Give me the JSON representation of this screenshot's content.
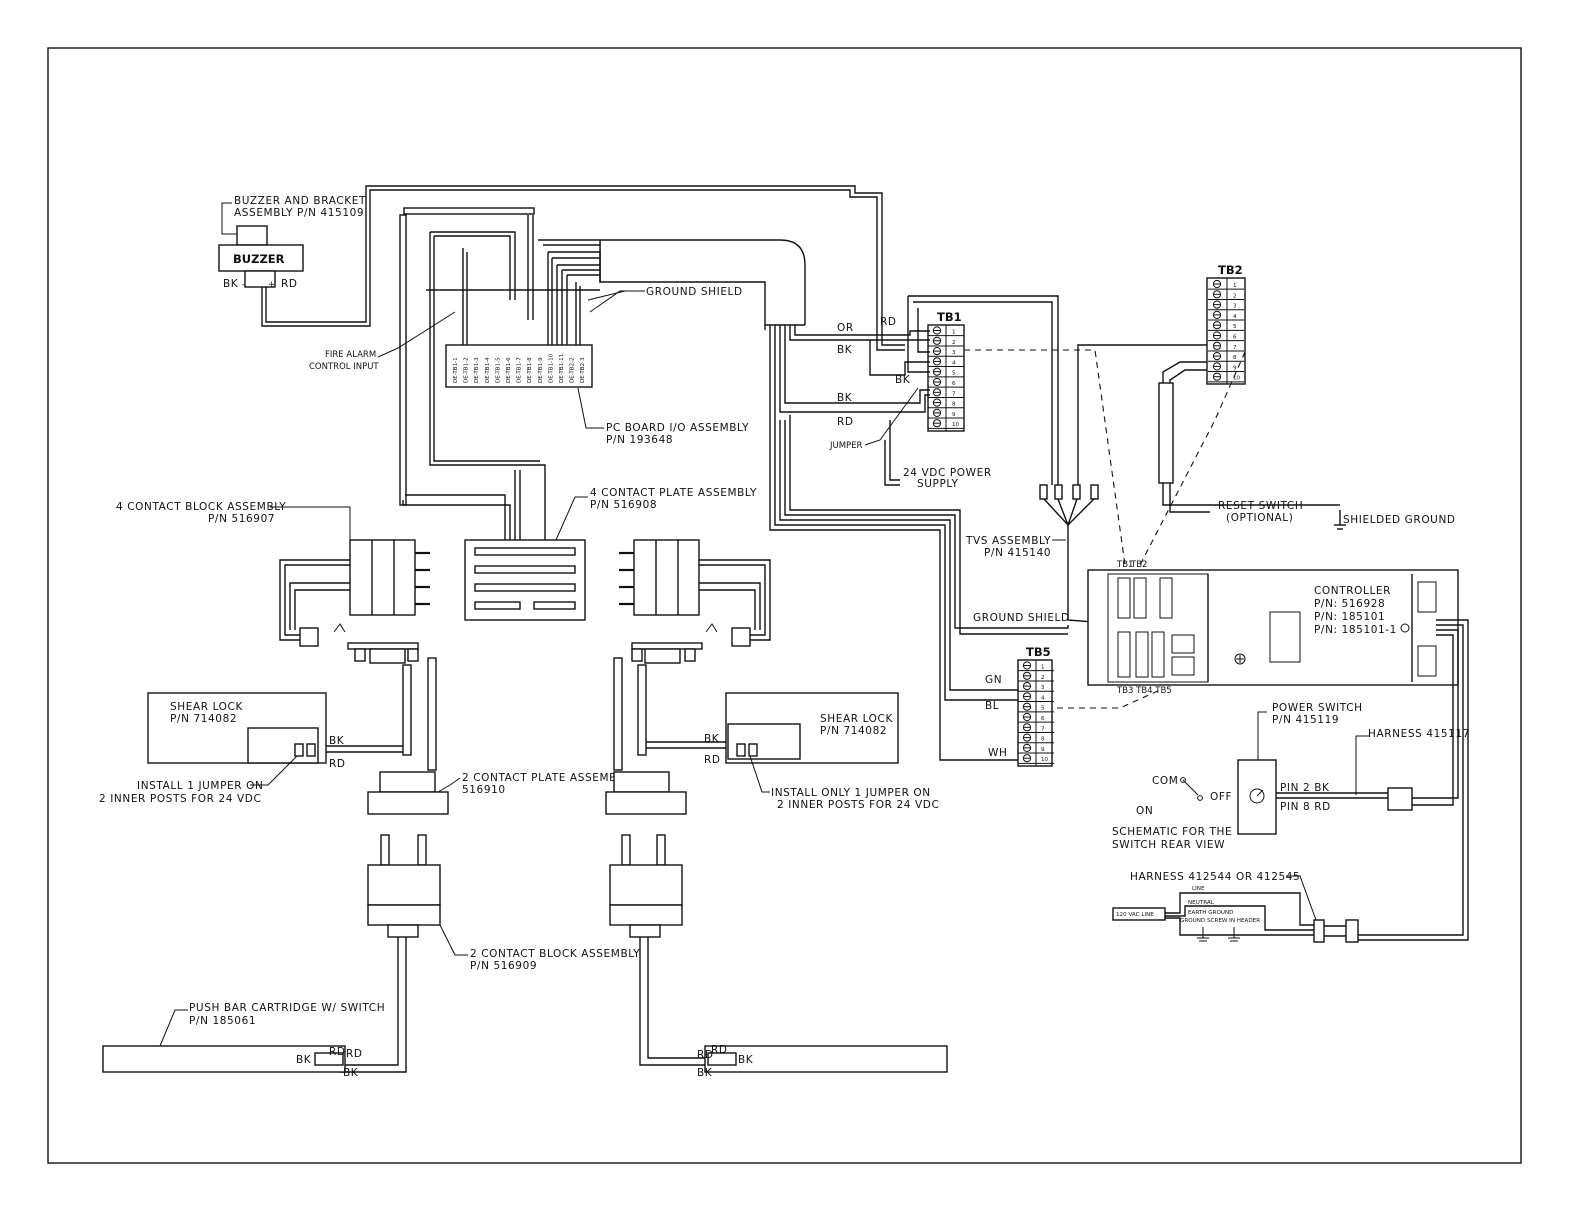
{
  "labels": {
    "buzzer_assembly": "BUZZER AND BRACKET",
    "buzzer_assembly_pn": "ASSEMBLY P/N 415109",
    "buzzer": "BUZZER",
    "buzzer_minus": "-",
    "buzzer_plus": "+",
    "buzzer_bk": "BK",
    "buzzer_rd": "RD",
    "ground_shield_top": "GROUND SHIELD",
    "fire_alarm_1": "FIRE ALARM",
    "fire_alarm_2": "CONTROL INPUT",
    "pc_board": "PC BOARD I/O ASSEMBLY",
    "pc_board_pn": "P/N 193648",
    "contact_block_4": "4 CONTACT BLOCK ASSEMBLY",
    "contact_block_4_pn": "P/N 516907",
    "contact_plate_4": "4 CONTACT PLATE ASSEMBLY",
    "contact_plate_4_pn": "P/N 516908",
    "shear_lock": "SHEAR LOCK",
    "shear_lock_pn": "P/N 714082",
    "jumper_left_1": "INSTALL 1 JUMPER ON",
    "jumper_left_2": "2 INNER POSTS FOR 24 VDC",
    "jumper_right_1": "INSTALL ONLY 1 JUMPER ON",
    "jumper_right_2": "2 INNER POSTS FOR 24 VDC",
    "contact_plate_2": "2 CONTACT PLATE ASSEMBLY",
    "contact_plate_2_pn": "516910",
    "contact_block_2": "2 CONTACT BLOCK ASSEMBLY",
    "contact_block_2_pn": "P/N 516909",
    "push_bar": "PUSH BAR CARTRIDGE W/ SWITCH",
    "push_bar_pn": "P/N 185061",
    "tb1": "TB1",
    "tb2": "TB2",
    "tb5": "TB5",
    "or": "OR",
    "rd": "RD",
    "bk": "BK",
    "gn": "GN",
    "bl": "BL",
    "wh": "WH",
    "jumper": "JUMPER",
    "power_supply_1": "24 VDC POWER",
    "power_supply_2": "SUPPLY",
    "tvs_assembly": "TVS ASSEMBLY",
    "tvs_assembly_pn": "P/N 415140",
    "ground_shield_right": "GROUND SHIELD",
    "reset_switch_1": "RESET SWITCH",
    "reset_switch_2": "(OPTIONAL)",
    "shielded_ground": "SHIELDED GROUND",
    "controller_tb1": "TB1",
    "controller_tb2": "TB2",
    "controller_bottom": "TB3  TB4  TB5",
    "controller": "CONTROLLER",
    "controller_pn1": "P/N: 516928",
    "controller_pn2": "P/N: 185101",
    "controller_pn3": "P/N: 185101-1",
    "power_switch": "POWER SWITCH",
    "power_switch_pn": "P/N 415119",
    "harness_415117": "HARNESS 415117",
    "pin2": "PIN 2 BK",
    "pin8": "PIN 8 RD",
    "com": "COM",
    "on": "ON",
    "off": "OFF",
    "switch_schem_1": "SCHEMATIC FOR THE",
    "switch_schem_2": "SWITCH REAR VIEW",
    "harness_412544": "HARNESS 412544 OR 412545",
    "line": "LINE",
    "neutral": "NEUTRAL",
    "earth_ground": "EARTH GROUND",
    "ground_screw": "GROUND SCREW IN HEADER",
    "vac_line": "120 VAC LINE"
  },
  "pc_board_pins": [
    "DE-TB1-1",
    "DE-TB1-2",
    "DE-TB1-3",
    "DE-TB1-4",
    "DE-TB1-5",
    "DE-TB1-6",
    "DE-TB1-7",
    "DE-TB1-8",
    "DE-TB1-9",
    "DE-TB1-10",
    "DE-TB1-11",
    "DE-TB2-2",
    "DE-TB2-3"
  ],
  "terminal_numbers": [
    "1",
    "2",
    "3",
    "4",
    "5",
    "6",
    "7",
    "8",
    "9",
    "10"
  ]
}
